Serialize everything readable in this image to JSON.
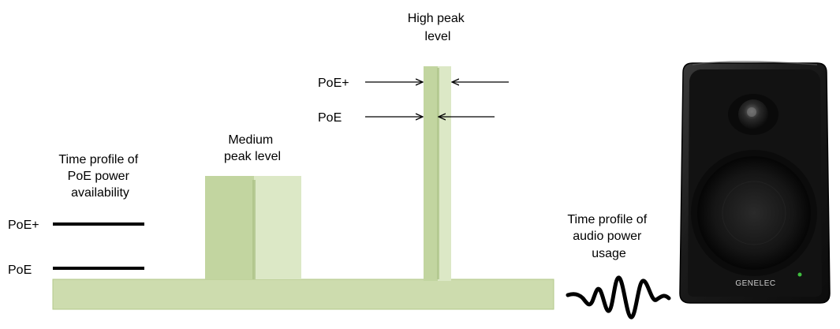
{
  "labels": {
    "high_peak": [
      "High peak",
      "level"
    ],
    "medium_peak": [
      "Medium",
      "peak level"
    ],
    "poe_profile": [
      "Time profile of",
      "PoE power",
      "availability"
    ],
    "audio_profile": [
      "Time profile of",
      "audio power",
      "usage"
    ],
    "level_poe_plus": "PoE+",
    "level_poe": "PoE",
    "brand": "GENELEC"
  },
  "icons": {
    "speaker": "loudspeaker-icon",
    "wave": "audio-waveform-icon",
    "led": "power-led-icon"
  },
  "colors": {
    "bar_base": "#cddcae",
    "bar_dark": "#c2d5a0",
    "bar_light": "#dce8c6",
    "bar_edge": "#b3c98a",
    "line": "#000000",
    "speaker_body": "#1a1a1a",
    "led": "#3fbf3f"
  }
}
